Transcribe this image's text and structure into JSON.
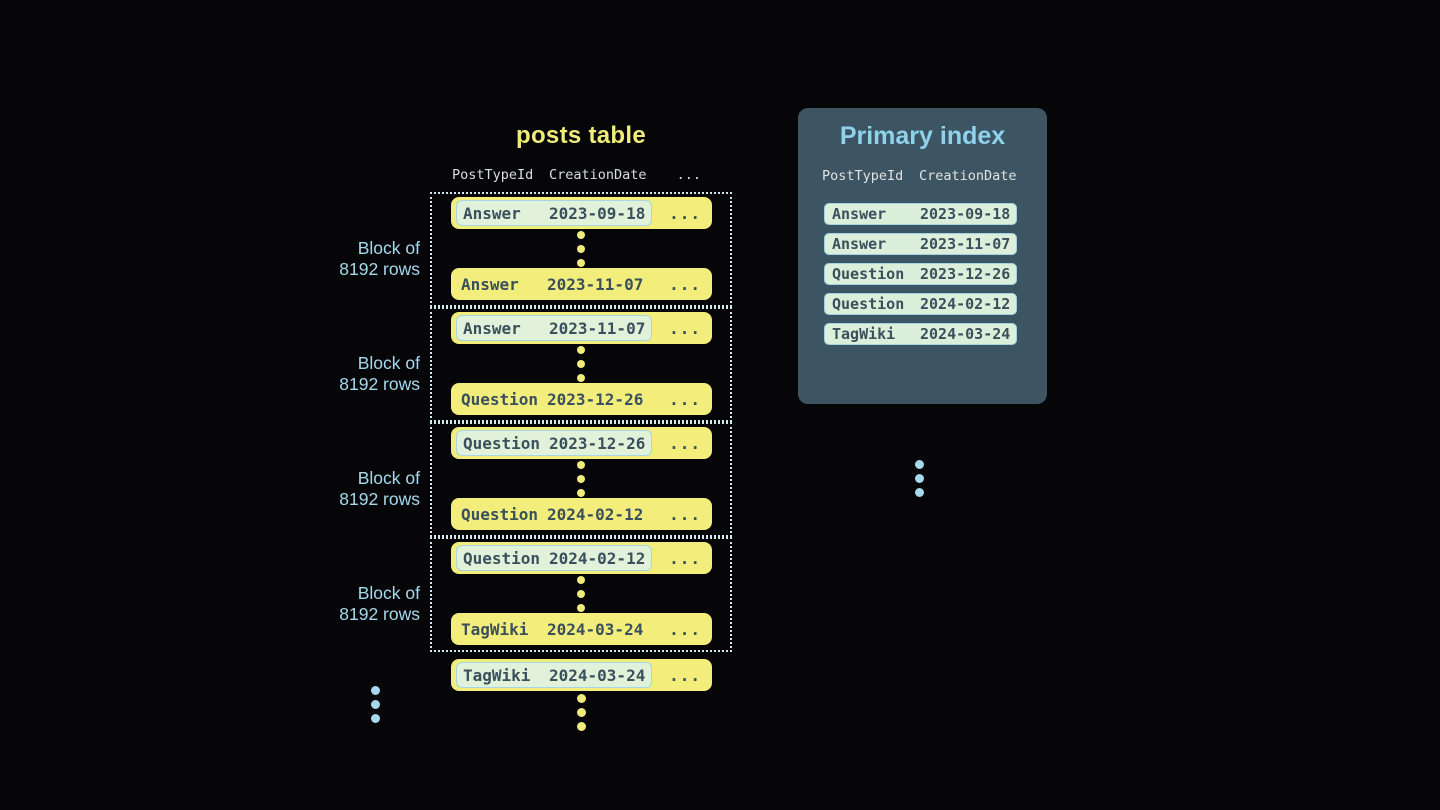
{
  "colors": {
    "background": "#060608",
    "row_yellow": "#f3ee7c",
    "highlight_mint": "#e2f1da",
    "highlight_border": "#a5d7e5",
    "dark_text": "#3a505c",
    "panel_slate": "#3d5463",
    "panel_title_blue": "#8fd2ec",
    "label_blue": "#a5d9ee",
    "header_gray": "#dadedd",
    "dotted_border": "#cfe9f2"
  },
  "posts_table": {
    "title": "posts table",
    "col_type": "PostTypeId",
    "col_date": "CreationDate",
    "ellipsis": "...",
    "block_label_line1": "Block of",
    "block_label_line2": "8192 rows",
    "blocks": [
      {
        "first": {
          "type": "Answer",
          "date": "2023-09-18"
        },
        "last": {
          "type": "Answer",
          "date": "2023-11-07"
        }
      },
      {
        "first": {
          "type": "Answer",
          "date": "2023-11-07"
        },
        "last": {
          "type": "Question",
          "date": "2023-12-26"
        }
      },
      {
        "first": {
          "type": "Question",
          "date": "2023-12-26"
        },
        "last": {
          "type": "Question",
          "date": "2024-02-12"
        }
      },
      {
        "first": {
          "type": "Question",
          "date": "2024-02-12"
        },
        "last": {
          "type": "TagWiki",
          "date": "2024-03-24"
        }
      }
    ],
    "overflow_row": {
      "type": "TagWiki",
      "date": "2024-03-24"
    }
  },
  "primary_index": {
    "title": "Primary index",
    "col_type": "PostTypeId",
    "col_date": "CreationDate",
    "rows": [
      {
        "type": "Answer",
        "date": "2023-09-18"
      },
      {
        "type": "Answer",
        "date": "2023-11-07"
      },
      {
        "type": "Question",
        "date": "2023-12-26"
      },
      {
        "type": "Question",
        "date": "2024-02-12"
      },
      {
        "type": "TagWiki",
        "date": "2024-03-24"
      }
    ]
  }
}
